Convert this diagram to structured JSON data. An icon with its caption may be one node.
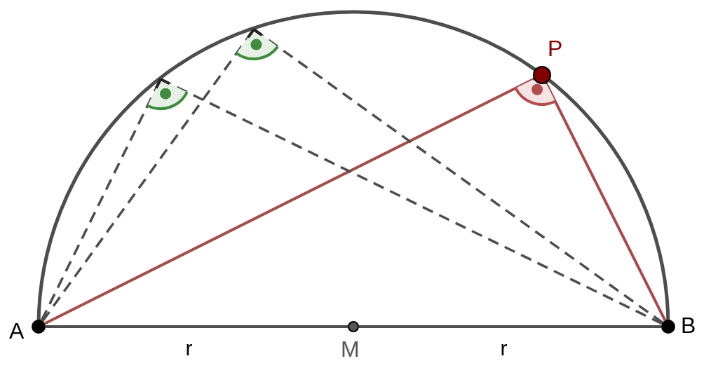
{
  "diagram": {
    "nodes": [
      {
        "text": [
          "A"
        ]
      },
      {
        "text": [
          "B"
        ]
      },
      {
        "text": [
          "P"
        ]
      },
      {
        "text": [
          "M"
        ]
      },
      {
        "text": [],
        "shape": "sector"
      },
      {
        "text": [],
        "shape": "sector"
      }
    ],
    "edges": [
      {
        "from": 0,
        "to": 3,
        "arrow": "none",
        "label": "r"
      },
      {
        "from": 3,
        "to": 1,
        "arrow": "none",
        "label": "r"
      },
      {
        "from": 0,
        "to": 2,
        "arrow": "none",
        "color": "#a64b4b"
      },
      {
        "from": 2,
        "to": 1,
        "arrow": "none",
        "color": "#a64b4b"
      },
      {
        "from": 0,
        "to": 4,
        "arrow": "none",
        "style": "dashed"
      },
      {
        "from": 4,
        "to": 1,
        "arrow": "none",
        "style": "dashed"
      },
      {
        "from": 0,
        "to": 5,
        "arrow": "none",
        "style": "dashed"
      },
      {
        "from": 5,
        "to": 1,
        "arrow": "none",
        "style": "dashed"
      }
    ]
  }
}
